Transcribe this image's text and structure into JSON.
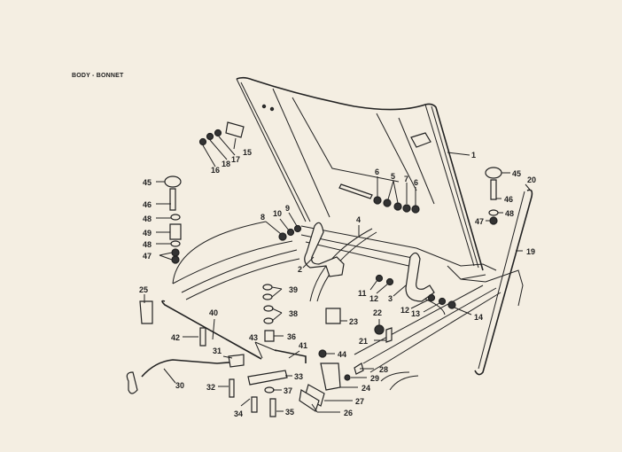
{
  "title": "BODY - BONNET",
  "parts": {
    "p1": "1",
    "p2": "2",
    "p3": "3",
    "p4": "4",
    "p5": "5",
    "p6a": "6",
    "p6b": "6",
    "p7": "7",
    "p8": "8",
    "p9": "9",
    "p10": "10",
    "p11": "11",
    "p12a": "12",
    "p12b": "12",
    "p13": "13",
    "p14": "14",
    "p15": "15",
    "p16": "16",
    "p17": "17",
    "p18": "18",
    "p19": "19",
    "p20": "20",
    "p21": "21",
    "p22": "22",
    "p23": "23",
    "p24": "24",
    "p25": "25",
    "p26": "26",
    "p27": "27",
    "p28": "28",
    "p29": "29",
    "p30": "30",
    "p31": "31",
    "p32": "32",
    "p33": "33",
    "p34": "34",
    "p35": "35",
    "p36": "36",
    "p37": "37",
    "p38": "38",
    "p39": "39",
    "p40": "40",
    "p41": "41",
    "p42": "42",
    "p43": "43",
    "p44": "44",
    "p45a": "45",
    "p46a": "46",
    "p48a": "48",
    "p49": "49",
    "p48b": "48",
    "p47a": "47",
    "p45b": "45",
    "p46b": "46",
    "p48c": "48",
    "p47b": "47"
  }
}
